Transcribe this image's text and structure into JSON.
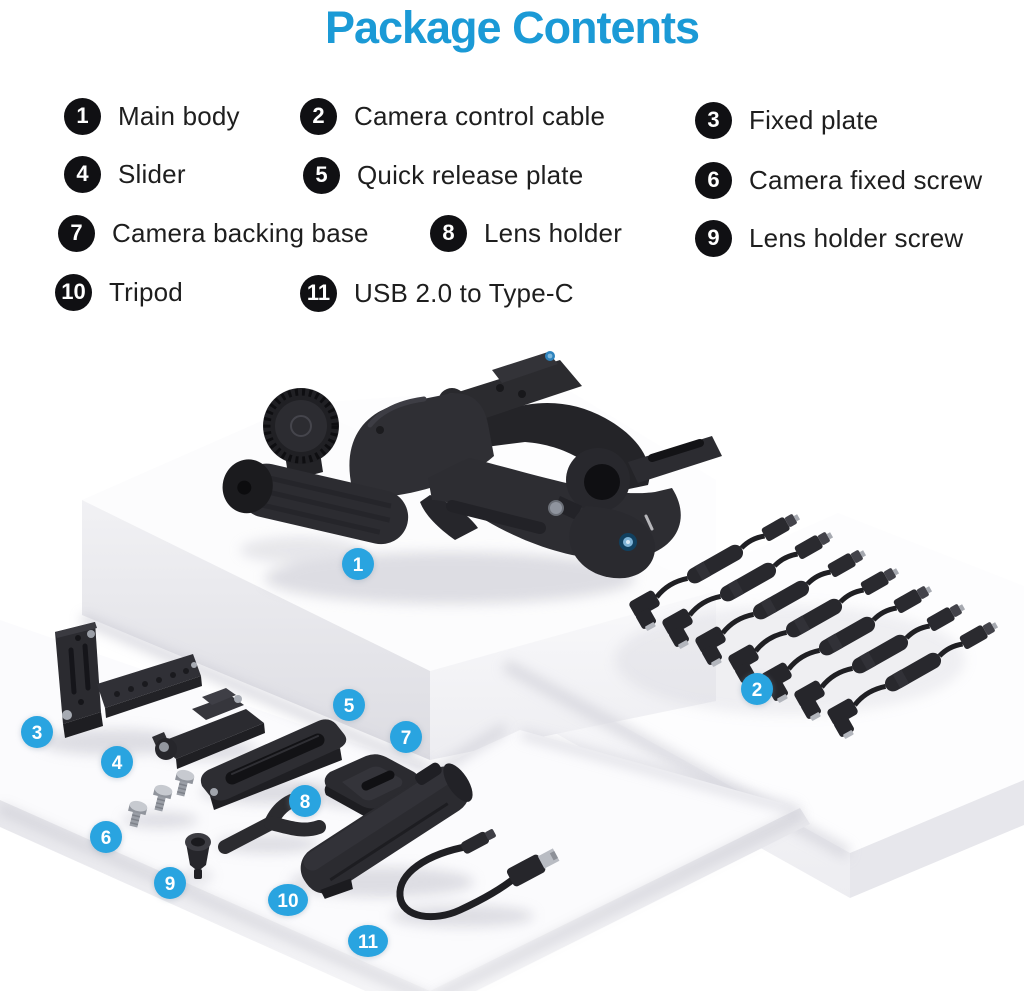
{
  "title": "Package Contents",
  "colors": {
    "title_blue": "#1b9ad6",
    "badge_blue": "#29a4e0",
    "bullet_black": "#101013",
    "text_dark": "#1e1e1e"
  },
  "legend": {
    "items": [
      {
        "number": "1",
        "label": "Main body"
      },
      {
        "number": "2",
        "label": "Camera control cable"
      },
      {
        "number": "3",
        "label": "Fixed plate"
      },
      {
        "number": "4",
        "label": "Slider"
      },
      {
        "number": "5",
        "label": "Quick release plate"
      },
      {
        "number": "6",
        "label": "Camera fixed screw"
      },
      {
        "number": "7",
        "label": "Camera backing base"
      },
      {
        "number": "8",
        "label": "Lens holder"
      },
      {
        "number": "9",
        "label": "Lens holder screw"
      },
      {
        "number": "10",
        "label": "Tripod"
      },
      {
        "number": "11",
        "label": "USB 2.0 to Type-C"
      }
    ]
  },
  "scene": {
    "badges": [
      "1",
      "2",
      "3",
      "4",
      "5",
      "6",
      "7",
      "8",
      "9",
      "10",
      "11"
    ]
  }
}
